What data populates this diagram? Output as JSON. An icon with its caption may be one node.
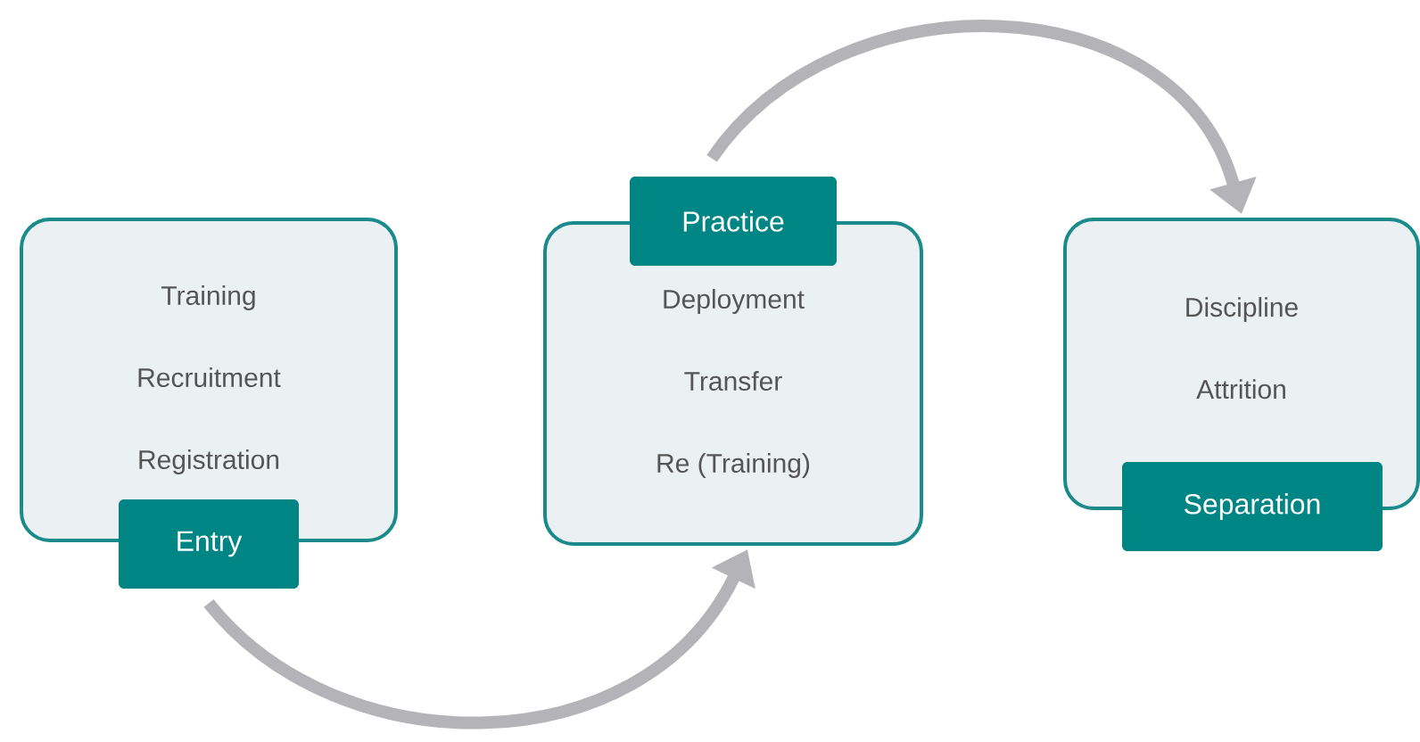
{
  "diagram": {
    "nodes": [
      {
        "text": [
          "Training",
          "Recruitment",
          "Registration"
        ]
      },
      {
        "text": [
          "Entry"
        ]
      },
      {
        "text": [
          "Practice"
        ]
      },
      {
        "text": [
          "Deployment",
          "Transfer",
          "Re (Training)"
        ]
      },
      {
        "text": [
          "Discipline",
          "Attrition"
        ]
      },
      {
        "text": [
          "Separation"
        ]
      }
    ],
    "edges": [
      {
        "from": 1,
        "to": 3,
        "arrow": "to"
      },
      {
        "from": 2,
        "to": 4,
        "arrow": "to"
      }
    ]
  }
}
